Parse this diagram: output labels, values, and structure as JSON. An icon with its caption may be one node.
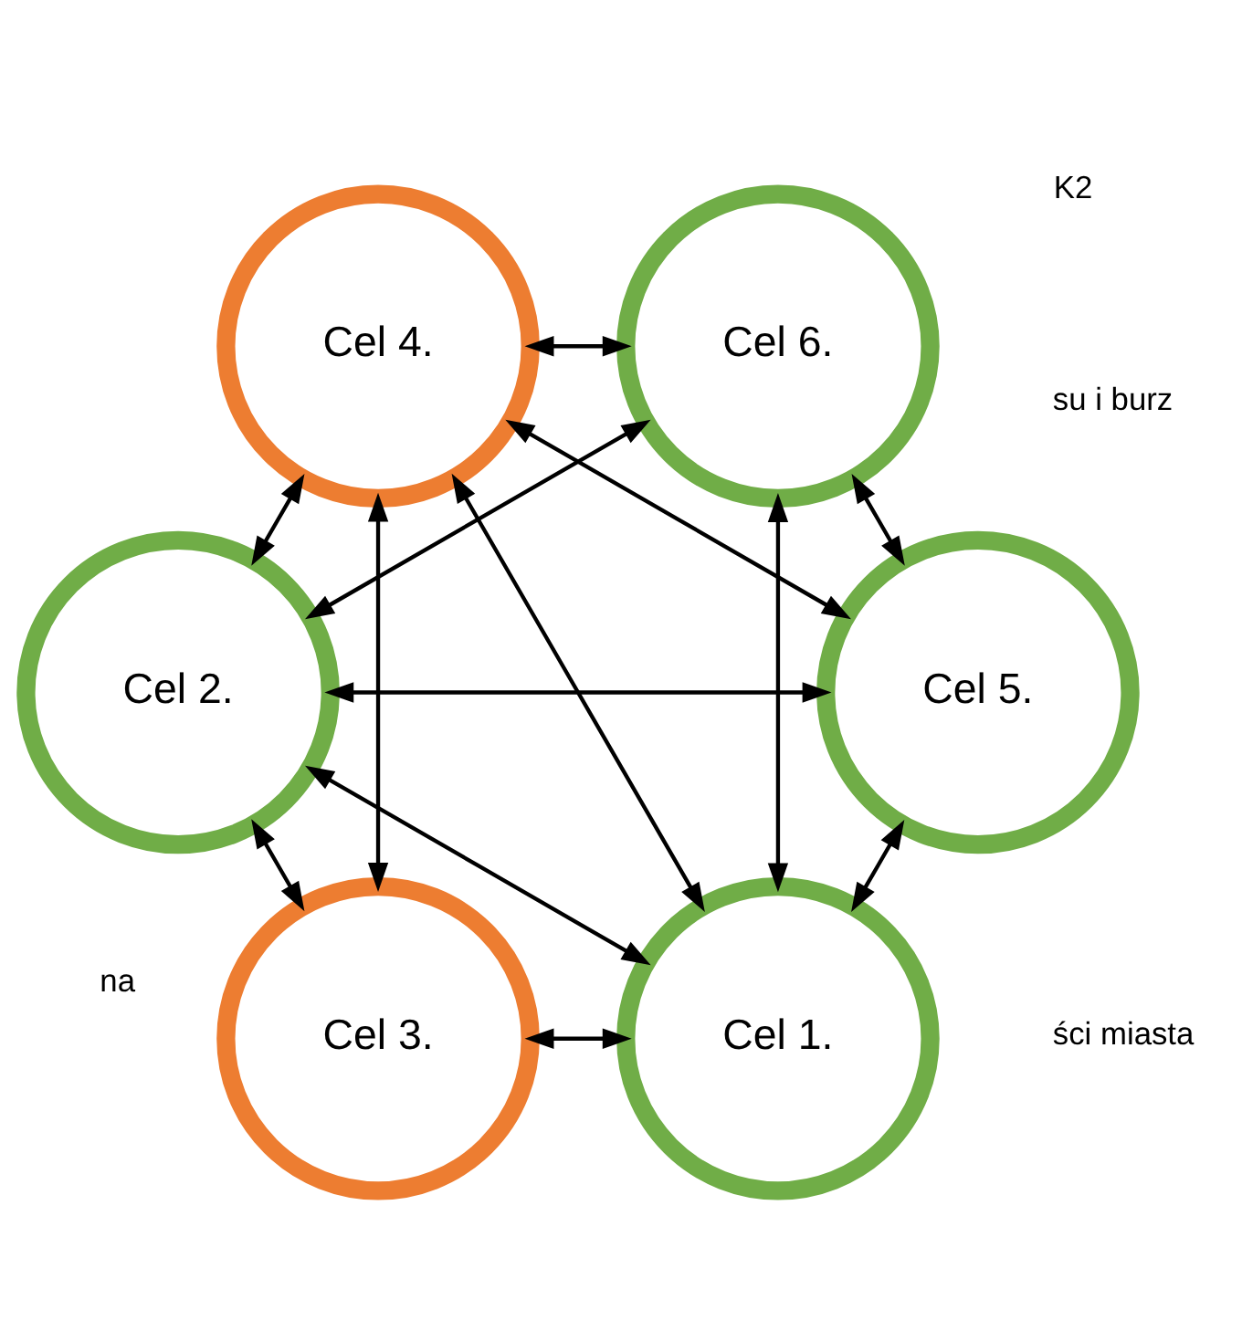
{
  "diagram": {
    "nodes": [
      {
        "text": [
          "Cel 1."
        ]
      },
      {
        "text": [
          "Cel 2."
        ]
      },
      {
        "text": [
          "Cel 3."
        ]
      },
      {
        "text": [
          "Cel 4."
        ]
      },
      {
        "text": [
          "Cel 5."
        ]
      },
      {
        "text": [
          "Cel 6."
        ]
      }
    ],
    "edges": [
      {
        "from": 0,
        "to": 1,
        "arrow": "both"
      },
      {
        "from": 1,
        "to": 2,
        "arrow": "both"
      },
      {
        "from": 2,
        "to": 3,
        "arrow": "both"
      },
      {
        "from": 3,
        "to": 4,
        "arrow": "both"
      },
      {
        "from": 4,
        "to": 5,
        "arrow": "both"
      },
      {
        "from": 5,
        "to": 0,
        "arrow": "both"
      },
      {
        "from": 0,
        "to": 3,
        "arrow": "both"
      },
      {
        "from": 0,
        "to": 4,
        "arrow": "both"
      },
      {
        "from": 0,
        "to": 2,
        "arrow": "both"
      },
      {
        "from": 5,
        "to": 3,
        "arrow": "both"
      },
      {
        "from": 5,
        "to": 1,
        "arrow": "both"
      },
      {
        "from": 1,
        "to": 4,
        "arrow": "both"
      },
      {
        "from": 1,
        "to": 3,
        "arrow": "both"
      }
    ],
    "labels": [
      "ści miasta",
      "su i burz",
      "K2",
      "na"
    ]
  }
}
